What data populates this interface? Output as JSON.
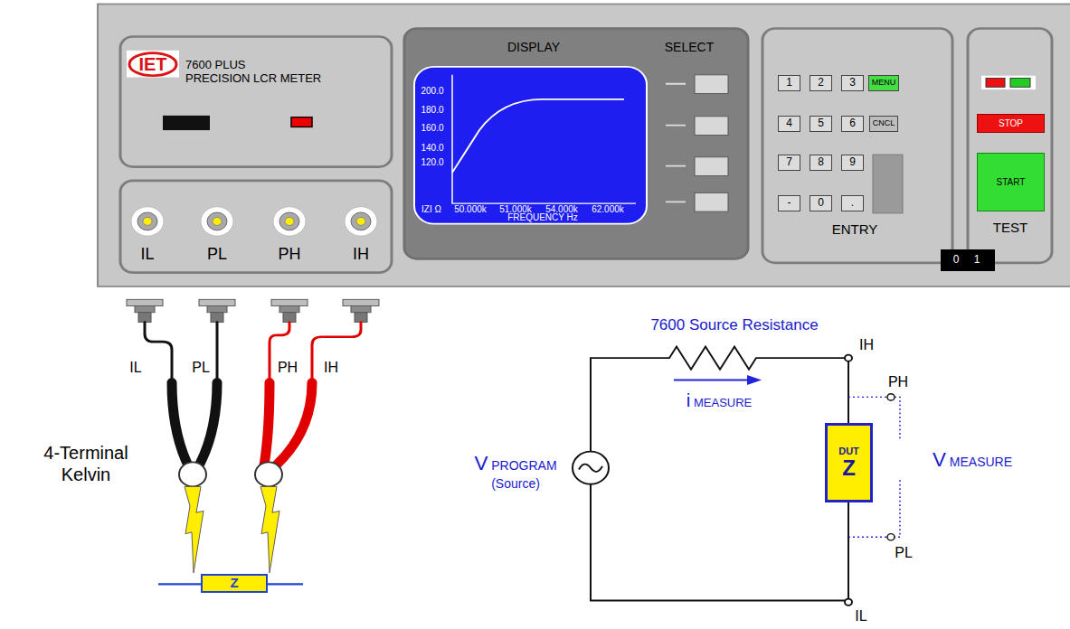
{
  "diagram": {
    "nodes": [
      {
        "text": [
          "7600 PLUS",
          "PRECISION LCR METER"
        ]
      },
      {
        "text": [
          "IET"
        ],
        "in": 0
      },
      {
        "text": [
          "IL",
          "PL",
          "PH",
          "IH"
        ]
      },
      {
        "text": [
          "DISPLAY",
          "SELECT"
        ]
      },
      {
        "text": [
          "200.0",
          "180.0",
          "160.0",
          "140.0",
          "120.0",
          "IZI Ω",
          "50.000k",
          "51.000k",
          "54.000k",
          "62.000k",
          "FREQUENCY Hz"
        ],
        "in": 3
      },
      {
        "text": [
          "ENTRY"
        ]
      },
      {
        "text": [
          "1"
        ],
        "in": 5
      },
      {
        "text": [
          "2"
        ],
        "in": 5
      },
      {
        "text": [
          "3"
        ],
        "in": 5
      },
      {
        "text": [
          "MENU"
        ],
        "in": 5
      },
      {
        "text": [
          "4"
        ],
        "in": 5
      },
      {
        "text": [
          "5"
        ],
        "in": 5
      },
      {
        "text": [
          "6"
        ],
        "in": 5
      },
      {
        "text": [
          "CNCL"
        ],
        "in": 5
      },
      {
        "text": [
          "7"
        ],
        "in": 5
      },
      {
        "text": [
          "8"
        ],
        "in": 5
      },
      {
        "text": [
          "9"
        ],
        "in": 5
      },
      {
        "text": [
          "-"
        ],
        "in": 5
      },
      {
        "text": [
          "0"
        ],
        "in": 5
      },
      {
        "text": [
          "."
        ],
        "in": 5
      },
      {
        "text": [
          "TEST"
        ]
      },
      {
        "text": [
          "STOP"
        ],
        "in": 20
      },
      {
        "text": [
          "START"
        ],
        "in": 20
      },
      {
        "text": [
          "0",
          "1"
        ]
      },
      {
        "text": [
          "Z"
        ]
      },
      {
        "text": [
          "DUT",
          "Z"
        ]
      }
    ],
    "labels": [
      "IL",
      "PL",
      "PH",
      "IH",
      "4-Terminal Kelvin",
      "7600 Source Resistance",
      "i MEASURE",
      "V PROGRAM (Source)",
      "IH",
      "PH",
      "V MEASURE",
      "PL",
      "IL"
    ]
  }
}
